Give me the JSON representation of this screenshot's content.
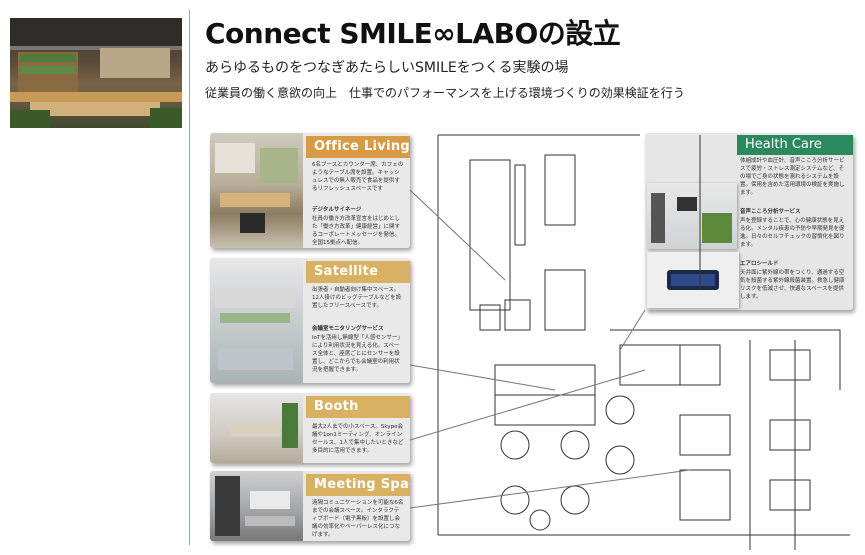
{
  "header": {
    "title": "Connect SMILE∞LABOの設立",
    "subtitle": "あらゆるものをつなぎあたらしいSMILEをつくる実験の場",
    "subtitle2": "従業員の働く意欲の向上　仕事でのパフォーマンスを上げる環境づくりの効果検証を行う"
  },
  "cards": {
    "office_living": {
      "title": "Office Living",
      "desc1": "6名ブースとカウンター席、カフェのようなテーブル席を設置。キャッシュレスでの無人販売で食品を提供するリフレッシュスペースです",
      "sub": "デジタルサイネージ",
      "desc2": "社員の働き方改革宣言をはじめとした「働き方改革」健康経営」に関するコーポレートメッセージを発信。全国15拠点へ配信。"
    },
    "satellite": {
      "title": "Satellite",
      "desc1": "出張者・自動者向け集中スペース。12人掛けのビッグテーブルなどを設置したフリースペースです。",
      "sub": "会議室モニタリングサービス",
      "desc2": "IoTを活用し無線型「人感センサー」により利用状況を見える化。スペース全体と、座席ごとにセンサーを設置し、どこからでも会議室の利用状況を把握できます。"
    },
    "booth": {
      "title": "Booth",
      "desc1": "最大2人までの小スペース。Skype会議や1on1ミーティング、オンラインセールス、1人で集中したいときなど多目的に活用できます。"
    },
    "meeting_space": {
      "title": "Meeting Space",
      "desc1": "遠隔コミュニケーションを可能な6名までの会議スペース。インタラクティブボード（電子黒板）を設置し会議の効率化やペーパーレス化につなげます。"
    },
    "health_care": {
      "title": "Health Care",
      "desc1": "体組成計や血圧計、音声こころ分析サービスで疲労・ストレス測定システムなど、その場でご身の状態を測れるシステムを設置。保用を含めた活用環境の検証を実施します。",
      "sub1": "音声こころ分析サービス",
      "desc2": "声を登録することで、心の健康状態を見える化。メンタル疾患の予防や早期発見を促進。日々のセルフチェックの習慣化を図ります。",
      "sub2": "エアロシールド",
      "desc3": "天井面に紫外線の帯をつくり、通過する空気を殺菌する紫外線殺菌装置。救急し健康リスクを低減させ、快適なスペースを提供します。"
    }
  },
  "colors": {
    "orange": "#d89a45",
    "gold": "#d8b163",
    "green": "#2a8a5e"
  }
}
